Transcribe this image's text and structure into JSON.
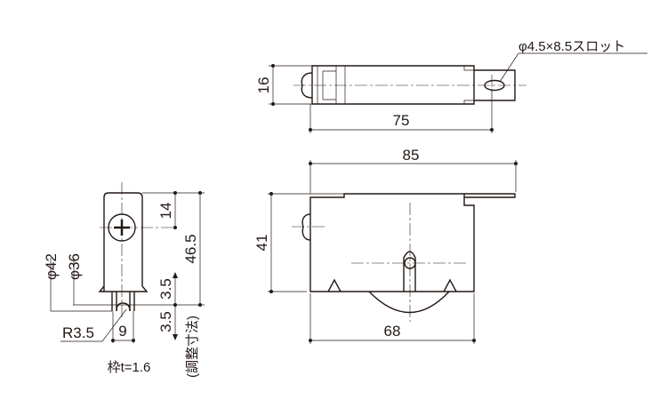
{
  "top_view": {
    "height_dim": "16",
    "length_dim": "75",
    "slot_note": "φ4.5×8.5スロット"
  },
  "front_view": {
    "width_dim": "85",
    "height_dim": "41",
    "body_dim": "68"
  },
  "side_view": {
    "screw_dim": "14",
    "total_dim": "46.5",
    "upper_adj_dim": "3.5",
    "lower_adj_dim": "3.5",
    "adjust_note": "(調整寸法)",
    "dia_outer": "φ42",
    "dia_inner": "φ36",
    "radius": "R3.5",
    "groove_width": "9",
    "frame_note": "枠t=1.6"
  }
}
